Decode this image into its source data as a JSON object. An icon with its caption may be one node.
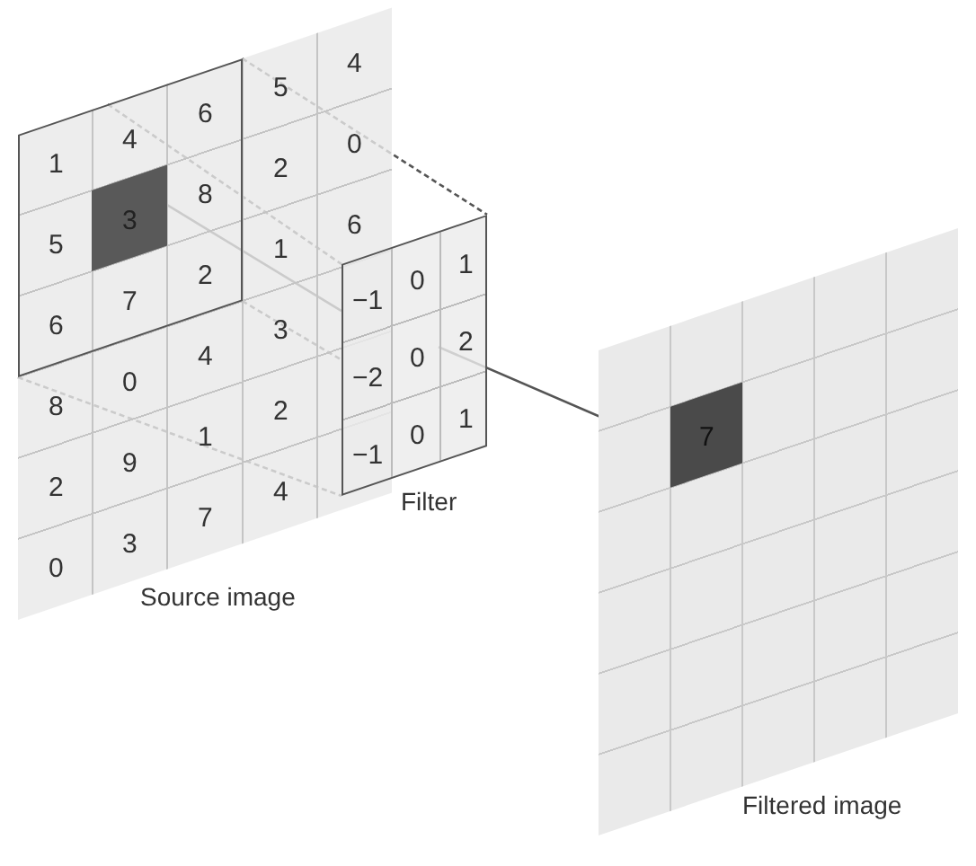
{
  "diagram": {
    "nodes": [
      {
        "text": [
          "Source image"
        ]
      },
      {
        "text": [],
        "shape": "box",
        "in": 0
      },
      {
        "text": [
          "3"
        ],
        "in": 1
      },
      {
        "text": [
          "Filter"
        ]
      },
      {
        "text": [
          "0"
        ],
        "in": 3
      },
      {
        "text": [
          "Filtered image"
        ]
      },
      {
        "text": [
          "7"
        ],
        "in": 5
      }
    ],
    "edges": [
      {
        "from": 1,
        "to": 3,
        "arrow": "none",
        "style": "dashed"
      },
      {
        "from": 1,
        "to": 3,
        "arrow": "none",
        "style": "dashed"
      },
      {
        "from": 1,
        "to": 3,
        "arrow": "none",
        "style": "dashed"
      },
      {
        "from": 1,
        "to": 3,
        "arrow": "none",
        "style": "dashed"
      },
      {
        "from": 2,
        "to": 3,
        "arrow": "none"
      },
      {
        "from": 4,
        "to": 6,
        "arrow": "none"
      }
    ],
    "labels": [
      "1",
      "4",
      "6",
      "5",
      "4",
      "5",
      "8",
      "2",
      "0",
      "6",
      "7",
      "2",
      "1",
      "6",
      "8",
      "0",
      "4",
      "3",
      "2",
      "9",
      "1",
      "2",
      "0",
      "3",
      "7",
      "4",
      "−1",
      "0",
      "1",
      "−2",
      "2",
      "−1",
      "0",
      "1"
    ]
  }
}
